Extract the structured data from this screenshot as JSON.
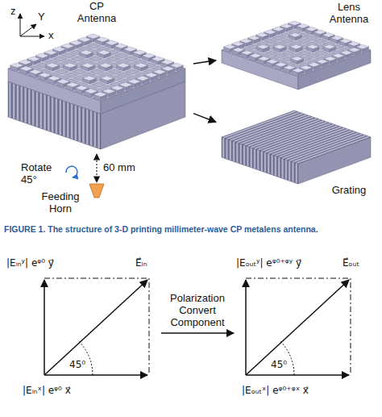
{
  "diagram": {
    "caption": "FIGURE 1. The structure of 3-D printing millimeter-wave CP metalens antenna.",
    "nodes": [
      {
        "text": [
          "CP Antenna"
        ]
      },
      {
        "text": [
          "Lens Antenna"
        ]
      },
      {
        "text": [
          "Grating"
        ]
      },
      {
        "text": [
          "|Eᵢₙʸ| eᵠ⁰ y⃗",
          "E⃗ᵢₙ",
          "45⁰",
          "|Eᵢₙˣ| eᵠ⁰ x⃗"
        ]
      },
      {
        "text": [
          "|Eₒᵤₜʸ| eᵠ⁰⁺ᵠʸ y⃗",
          "E⃗ₒᵤₜ",
          "45⁰",
          "|Eₒᵤₜˣ| eᵠ⁰⁺ᵠˣ x⃗"
        ]
      }
    ],
    "edges": [
      {
        "from": 0,
        "to": 1,
        "arrow": "to"
      },
      {
        "from": 0,
        "to": 2,
        "arrow": "to"
      },
      {
        "from": 3,
        "to": 4,
        "arrow": "to",
        "label": "Polarization Convert Component"
      }
    ],
    "labels": [
      "z",
      "Y",
      "x",
      "60 mm",
      "Rotate 45°",
      "Feeding Horn"
    ]
  }
}
